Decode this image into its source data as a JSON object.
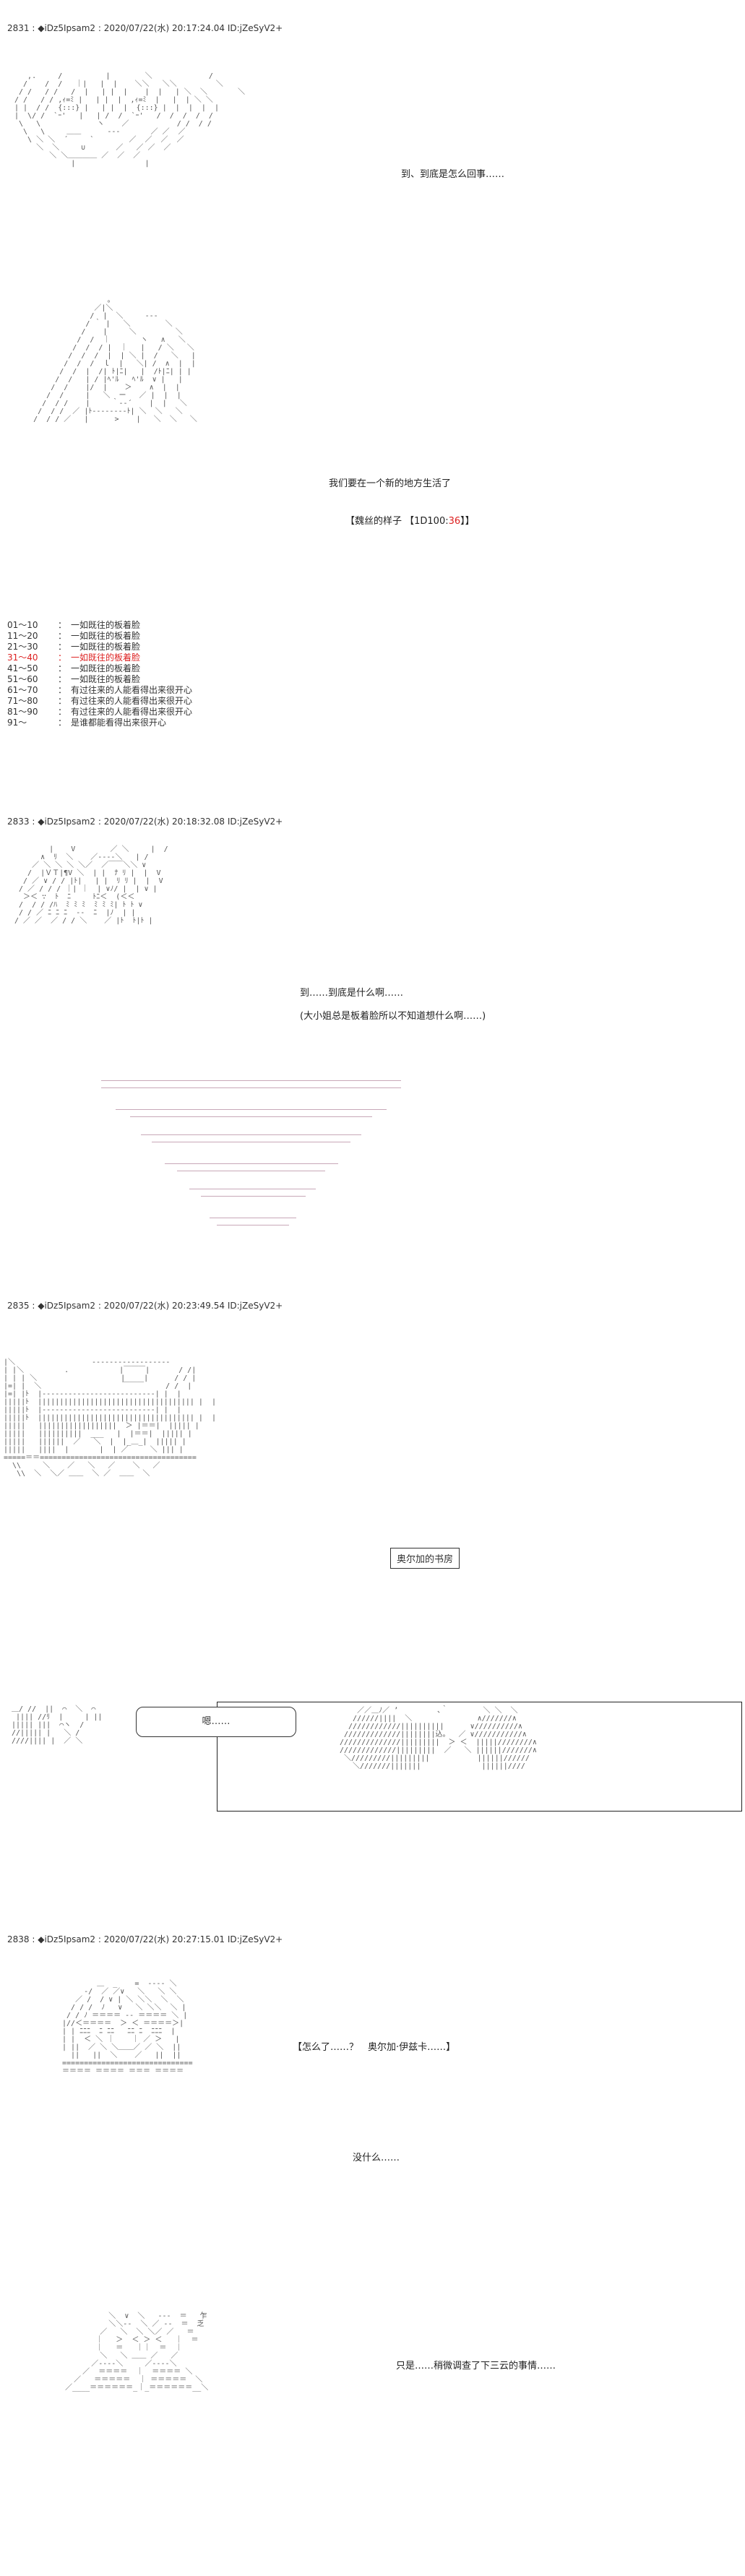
{
  "posts": [
    {
      "header": "2831 : ◆iDz5Ipsam2 : 2020/07/22(水) 20:17:24.04 ID:jZeSyV2+",
      "lines": [
        "到、到底是怎么回事……",
        "我们要在一个新的地方生活了"
      ],
      "roll_prefix": "【魏丝的样子 【1D100:",
      "roll_value": "36",
      "roll_suffix": "】】",
      "poll": [
        {
          "range": "01～10",
          "text": "一如既往的板着脸"
        },
        {
          "range": "11～20",
          "text": "一如既往的板着脸"
        },
        {
          "range": "21～30",
          "text": "一如既往的板着脸"
        },
        {
          "range": "31～40",
          "text": "一如既往的板着脸"
        },
        {
          "range": "41～50",
          "text": "一如既往的板着脸"
        },
        {
          "range": "51～60",
          "text": "一如既往的板着脸"
        },
        {
          "range": "61～70",
          "text": "有过往来的人能看得出来很开心"
        },
        {
          "range": "71～80",
          "text": "有过往来的人能看得出来很开心"
        },
        {
          "range": "81～90",
          "text": "有过往来的人能看得出来很开心"
        },
        {
          "range": "91～",
          "text": "是谁都能看得出来很开心"
        }
      ]
    },
    {
      "header": "2833 : ◆iDz5Ipsam2 : 2020/07/22(水) 20:18:32.08 ID:jZeSyV2+",
      "lines": [
        "到……到底是什么啊……",
        "(大小姐总是板着脸所以不知道想什么啊……)"
      ]
    },
    {
      "header": "2835 : ◆iDz5Ipsam2 : 2020/07/22(水) 20:23:49.54 ID:jZeSyV2+",
      "label": "奥尔加的书房",
      "bubble": "嗯……"
    },
    {
      "header": "2838 : ◆iDz5Ipsam2 : 2020/07/22(水) 20:27:15.01 ID:jZeSyV2+",
      "thought": "【怎么了……？　奥尔加·伊兹卡……】",
      "lines": [
        "没什么……",
        "只是……稍微调查了下三云的事情……"
      ]
    }
  ],
  "colors": {
    "highlight": "#dd2222",
    "text": "#333333"
  }
}
